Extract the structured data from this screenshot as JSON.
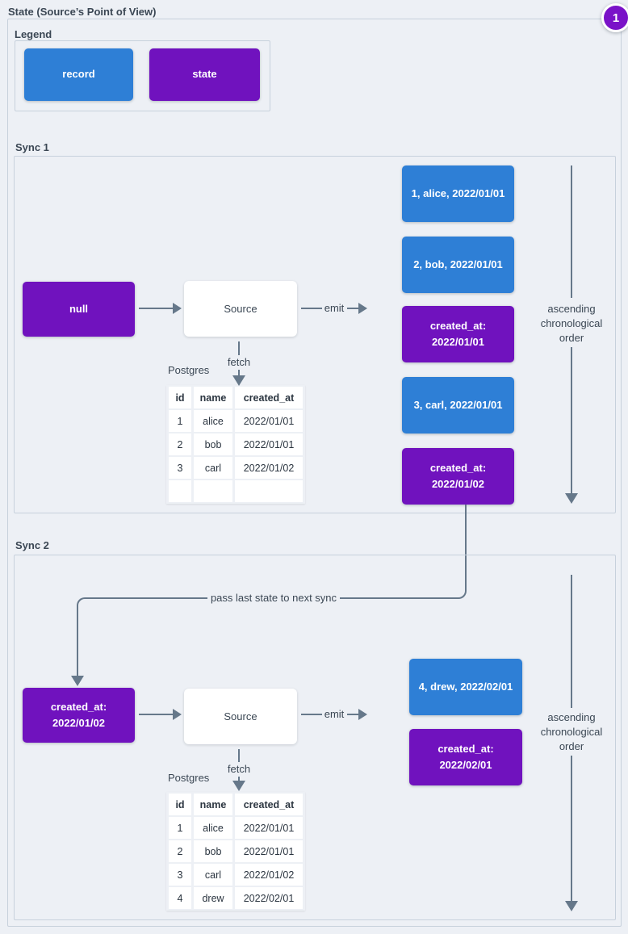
{
  "title": "State (Source’s Point of View)",
  "badge": {
    "label": "1"
  },
  "colors": {
    "background": "#edf0f5",
    "record_blue": "#2e7fd6",
    "state_purple": "#7012be",
    "line_gray": "#66788a",
    "badge_purple": "#7a12c8"
  },
  "legend": {
    "title": "Legend",
    "record_label": "record",
    "state_label": "state"
  },
  "sync1": {
    "title": "Sync 1",
    "input_state": {
      "lines": [
        "null"
      ]
    },
    "source_label": "Source",
    "emit_label": "emit",
    "fetch_label": "fetch",
    "db_label": "Postgres",
    "order_label": "ascending chronological order",
    "table": {
      "headers": [
        "id",
        "name",
        "created_at"
      ],
      "rows": [
        [
          "1",
          "alice",
          "2022/01/01"
        ],
        [
          "2",
          "bob",
          "2022/01/01"
        ],
        [
          "3",
          "carl",
          "2022/01/02"
        ],
        [
          "",
          "",
          ""
        ]
      ]
    },
    "outputs": [
      {
        "kind": "record",
        "lines": [
          "1, alice, 2022/01/01"
        ]
      },
      {
        "kind": "record",
        "lines": [
          "2, bob, 2022/01/01"
        ]
      },
      {
        "kind": "state",
        "lines": [
          "created_at:",
          "2022/01/01"
        ]
      },
      {
        "kind": "record",
        "lines": [
          "3, carl, 2022/01/01"
        ]
      },
      {
        "kind": "state",
        "lines": [
          "created_at:",
          "2022/01/02"
        ]
      }
    ]
  },
  "connector": {
    "label": "pass last state to next sync"
  },
  "sync2": {
    "title": "Sync 2",
    "input_state": {
      "lines": [
        "created_at:",
        "2022/01/02"
      ]
    },
    "source_label": "Source",
    "emit_label": "emit",
    "fetch_label": "fetch",
    "db_label": "Postgres",
    "order_label": "ascending chronological order",
    "table": {
      "headers": [
        "id",
        "name",
        "created_at"
      ],
      "rows": [
        [
          "1",
          "alice",
          "2022/01/01"
        ],
        [
          "2",
          "bob",
          "2022/01/01"
        ],
        [
          "3",
          "carl",
          "2022/01/02"
        ],
        [
          "4",
          "drew",
          "2022/02/01"
        ]
      ]
    },
    "outputs": [
      {
        "kind": "record",
        "lines": [
          "4, drew, 2022/02/01"
        ]
      },
      {
        "kind": "state",
        "lines": [
          "created_at:",
          "2022/02/01"
        ]
      }
    ]
  }
}
